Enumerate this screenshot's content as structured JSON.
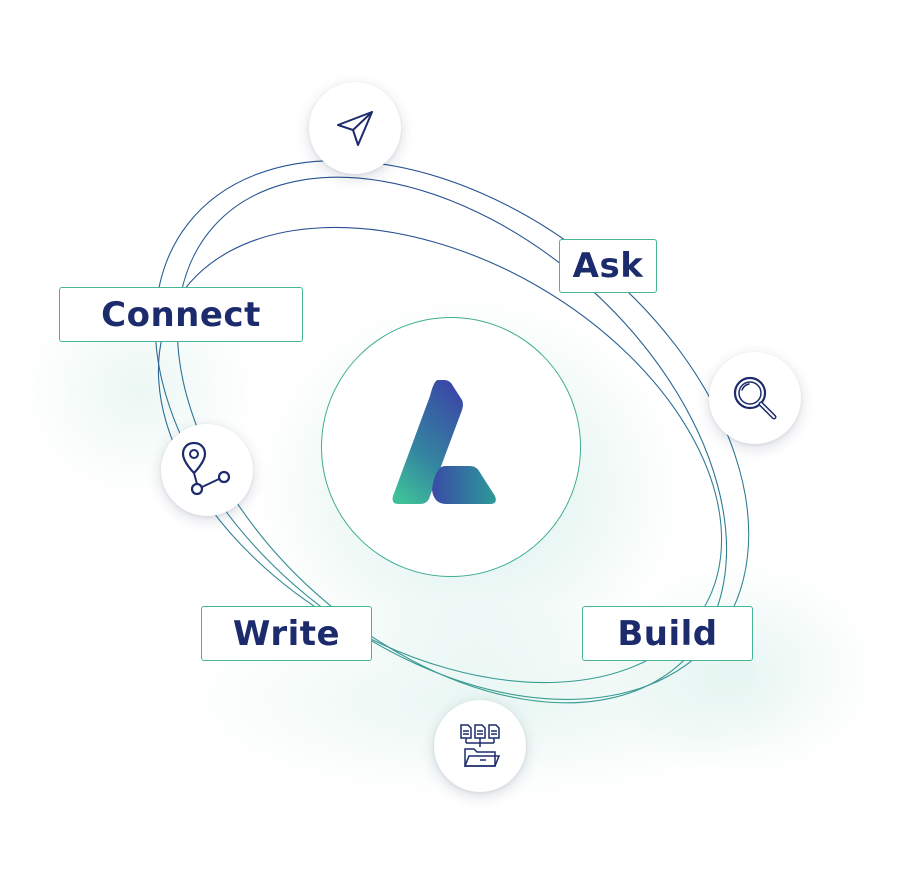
{
  "labels": {
    "connect": "Connect",
    "ask": "Ask",
    "write": "Write",
    "build": "Build"
  },
  "icons": {
    "top": "send-arrow-icon",
    "right": "magnifier-icon",
    "left": "location-route-icon",
    "bottom": "documents-folder-icon"
  },
  "colors": {
    "label_text": "#1c2b6b",
    "label_border": "#47b597",
    "orbit_navy": "#23408e",
    "orbit_teal": "#3fae93",
    "logo_top": "#3a4aa6",
    "logo_bottom": "#3fbf9a"
  }
}
